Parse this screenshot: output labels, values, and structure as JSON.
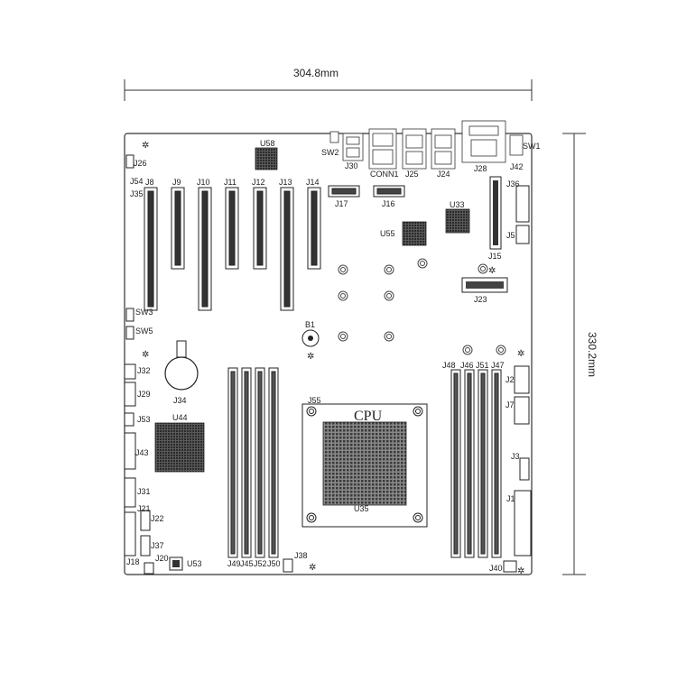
{
  "dimensions": {
    "width_label": "304.8mm",
    "height_label": "330.2mm"
  },
  "labels": {
    "u58": "U58",
    "sw2": "SW2",
    "j30": "J30",
    "conn1": "CONN1",
    "j25": "J25",
    "j24": "J24",
    "j28": "J28",
    "sw1": "SW1",
    "j42": "J42",
    "j26": "J26",
    "j54": "J54",
    "j35": "J35",
    "j8": "J8",
    "j9": "J9",
    "j10": "J10",
    "j11": "J11",
    "j12": "J12",
    "j13": "J13",
    "j14": "J14",
    "j17": "J17",
    "j16": "J16",
    "j36": "J36",
    "u33": "U33",
    "u55": "U55",
    "j5": "J5",
    "j15": "J15",
    "j23": "J23",
    "b1": "B1",
    "j32": "J32",
    "j29": "J29",
    "j34": "J34",
    "j48": "J48",
    "j46": "J46",
    "j51": "J51",
    "j47": "J47",
    "j2": "J2",
    "j7": "J7",
    "j55": "J55",
    "cpu": "CPU",
    "j53": "J53",
    "u44": "U44",
    "j43": "J43",
    "j3": "J3",
    "j31": "J31",
    "j21": "J21",
    "j22": "J22",
    "j37": "J37",
    "u35": "U35",
    "j1": "J1",
    "j18": "J18",
    "j20": "J20",
    "u53": "U53",
    "j49": "J49",
    "j45": "J45",
    "j52": "J52",
    "j50": "J50",
    "j38": "J38",
    "j40": "J40",
    "sw3": "SW3",
    "sw5": "SW5"
  }
}
